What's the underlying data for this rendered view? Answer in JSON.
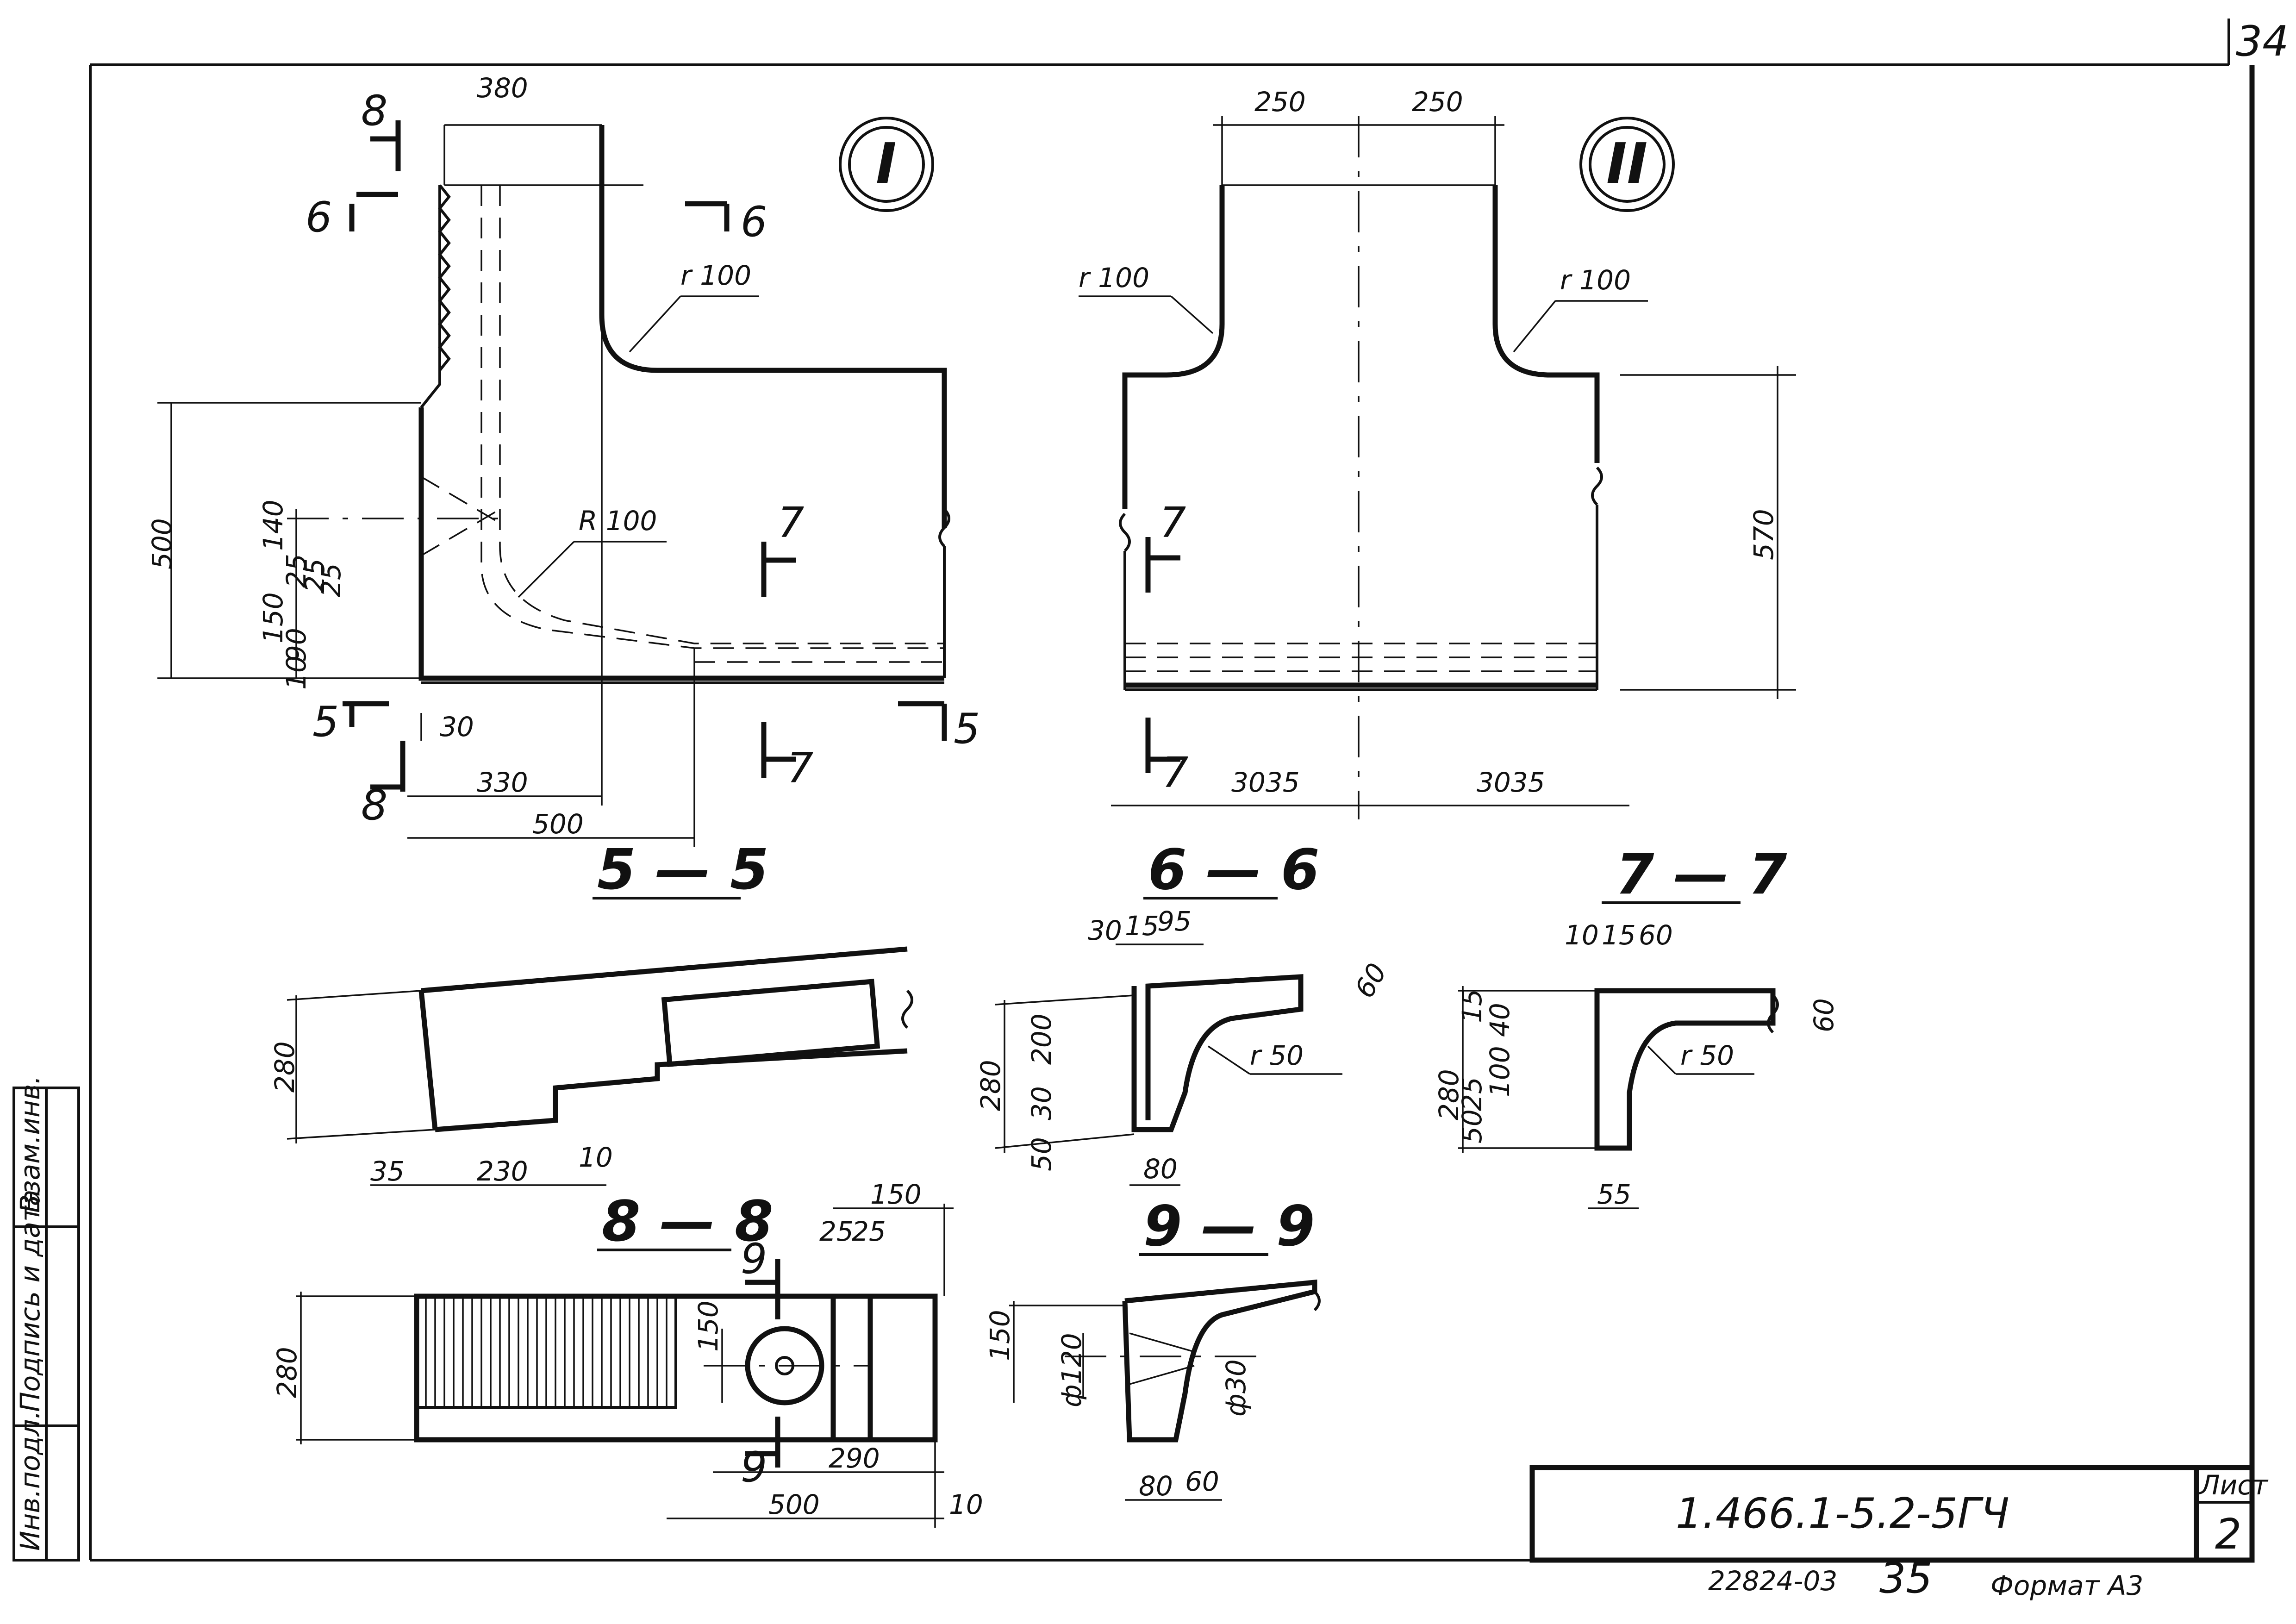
{
  "sheet": {
    "corner_number": "34",
    "stamp_side": {
      "inv_no": "Инв.подл.",
      "sign_date": "Подпись и дата",
      "replace_inv": "Взам.инв."
    },
    "title_block": {
      "designation": "1.466.1-5.2-5ГЧ",
      "sheet_label": "Лист",
      "sheet_number": "2"
    },
    "footer": {
      "archive_number": "22824-03",
      "page": "35",
      "format": "Формат А3"
    }
  },
  "views": {
    "node1": {
      "marker": "I",
      "dims": [
        "380",
        "500",
        "140",
        "150",
        "25",
        "25",
        "25",
        "90",
        "10",
        "30",
        "330",
        "500"
      ],
      "labels": {
        "r_top": "r 100",
        "r_inner": "R 100"
      }
    },
    "node2": {
      "marker": "II",
      "dims": [
        "250",
        "250",
        "570",
        "3035",
        "3035"
      ],
      "labels": {
        "r_left": "r 100",
        "r_right": "r 100"
      }
    },
    "section_marks": {
      "s5": "5",
      "s6": "6",
      "s7": "7",
      "s8": "8",
      "s9": "9"
    },
    "sec55": {
      "title": "5 — 5",
      "dims": [
        "280",
        "35",
        "230",
        "10"
      ]
    },
    "sec66": {
      "title": "6 — 6",
      "dims": [
        "30",
        "15",
        "95",
        "280",
        "200",
        "30",
        "50",
        "80",
        "60"
      ],
      "r": "r 50"
    },
    "sec77": {
      "title": "7 — 7",
      "dims": [
        "10",
        "15",
        "60",
        "280",
        "15",
        "40",
        "100",
        "25",
        "50",
        "55",
        "60"
      ],
      "r": "r 50"
    },
    "sec88": {
      "title": "8 — 8",
      "dims": [
        "280",
        "150",
        "150",
        "25",
        "25",
        "290",
        "500",
        "10"
      ]
    },
    "sec99": {
      "title": "9 — 9",
      "dims": [
        "150",
        "120",
        "30",
        "80",
        "60"
      ],
      "diam1": "ф",
      "diam2": "ф"
    }
  }
}
